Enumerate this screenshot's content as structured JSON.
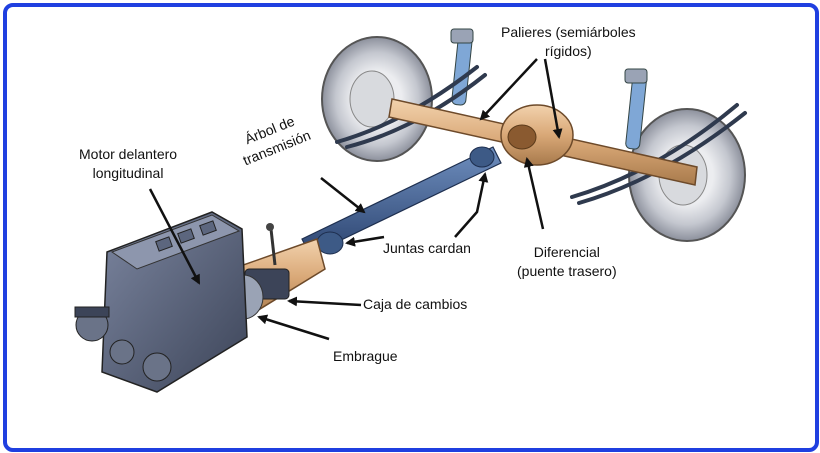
{
  "labels": {
    "motor_line1": "Motor delantero",
    "motor_line2": "longitudinal",
    "arbol_line1": "Árbol de",
    "arbol_line2": "transmisión",
    "palieres_line1": "Palieres (semiárboles",
    "palieres_line2": "rígidos)",
    "juntas": "Juntas cardan",
    "diferencial_line1": "Diferencial",
    "diferencial_line2": "(puente trasero)",
    "caja": "Caja de cambios",
    "embrague": "Embrague"
  },
  "colors": {
    "frame": "#1f3fe0",
    "engine": "#4f5a73",
    "shaft": "#3d5a86",
    "axle_housing": "#d9a877",
    "tire": "#c9ccd2",
    "spring": "#2f3a4e",
    "shock": "#7fa7d6"
  }
}
